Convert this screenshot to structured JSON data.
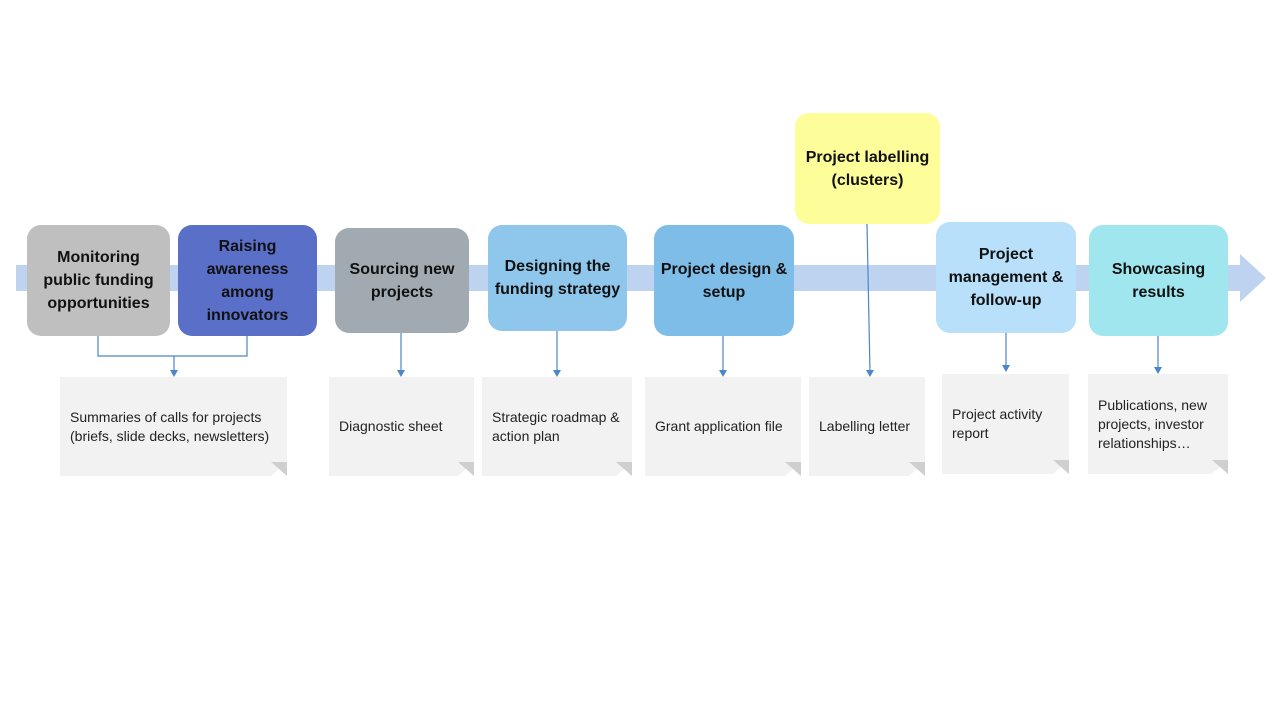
{
  "steps": [
    {
      "id": "monitoring",
      "label": "Monitoring public funding opportunities",
      "color": "#bfbfbf"
    },
    {
      "id": "raising",
      "label": "Raising awareness among innovators",
      "color": "#5a6fc8"
    },
    {
      "id": "sourcing",
      "label": "Sourcing new projects",
      "color": "#a0aab0"
    },
    {
      "id": "designing",
      "label": "Designing the funding strategy",
      "color": "#8fc6ec"
    },
    {
      "id": "project-design",
      "label": "Project design & setup",
      "color": "#7fbde9"
    },
    {
      "id": "labelling",
      "label": "Project labelling (clusters)",
      "color": "#fdfd9a"
    },
    {
      "id": "management",
      "label": "Project management & follow-up",
      "color": "#b9e0fa"
    },
    {
      "id": "showcasing",
      "label": "Showcasing results",
      "color": "#9fe6ee"
    }
  ],
  "deliverables": [
    {
      "id": "summaries",
      "label": "Summaries of calls for projects (briefs, slide decks, newsletters)"
    },
    {
      "id": "diagnostic",
      "label": "Diagnostic sheet"
    },
    {
      "id": "roadmap",
      "label": "Strategic roadmap & action plan"
    },
    {
      "id": "grant",
      "label": "Grant application file"
    },
    {
      "id": "letter",
      "label": "Labelling letter"
    },
    {
      "id": "report",
      "label": "Project activity report"
    },
    {
      "id": "publications",
      "label": "Publications, new projects, investor relationships…"
    }
  ],
  "colors": {
    "band": "#bdd3f0",
    "connector": "#4a86c8",
    "note_bg": "#f2f2f2"
  }
}
